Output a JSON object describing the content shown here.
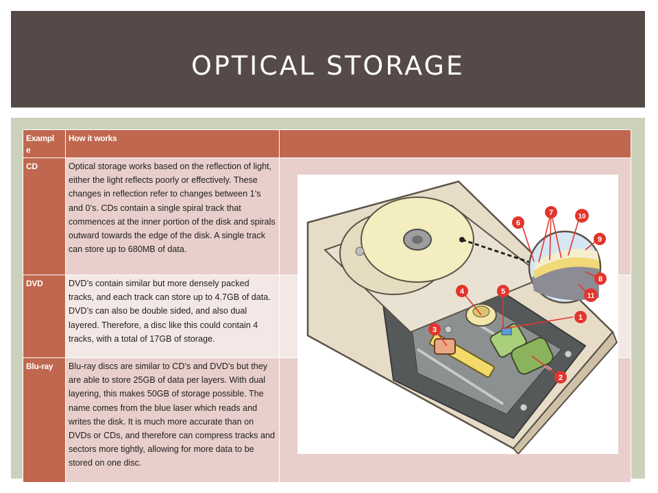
{
  "slide": {
    "title": "OPTICAL STORAGE"
  },
  "table": {
    "headers": [
      "Exampl\ne",
      "How it works",
      ""
    ],
    "rows": [
      {
        "label": "CD",
        "text": "Optical storage works based on the reflection of light, either the light reflects poorly or effectively. These changes in reflection refer to changes between 1’s and 0’s. CDs contain a single spiral track that commences at the inner portion of the disk and spirals outward towards the edge of the disk. A single track can store up to 680MB of data."
      },
      {
        "label": "DVD",
        "text": "DVD’s contain similar but more densely packed tracks, and each track can store up to 4.7GB of data. DVD’s can also be double sided, and also dual layered. Therefore, a disc like this could contain 4 tracks, with a total of 17GB of storage."
      },
      {
        "label": "Blu-ray",
        "text": "Blu-ray discs are similar to CD’s and DVD’s but they are able to store 25GB of data per layers. With dual layering, this makes 50GB of storage possible. The name comes from the blue laser which reads and writes the disk. It is much more accurate than on DVDs or CDs, and therefore can compress tracks and sectors more tightly, allowing for more data to be stored on one disc."
      }
    ]
  },
  "diagram": {
    "callouts": [
      "1",
      "2",
      "3",
      "4",
      "5",
      "6",
      "7",
      "8",
      "9",
      "10",
      "11"
    ],
    "colors": {
      "callout": "#e2352d",
      "disc": "#f3edc0",
      "tray": "#e7dcc8",
      "mechanism": "#8ab35c"
    }
  }
}
